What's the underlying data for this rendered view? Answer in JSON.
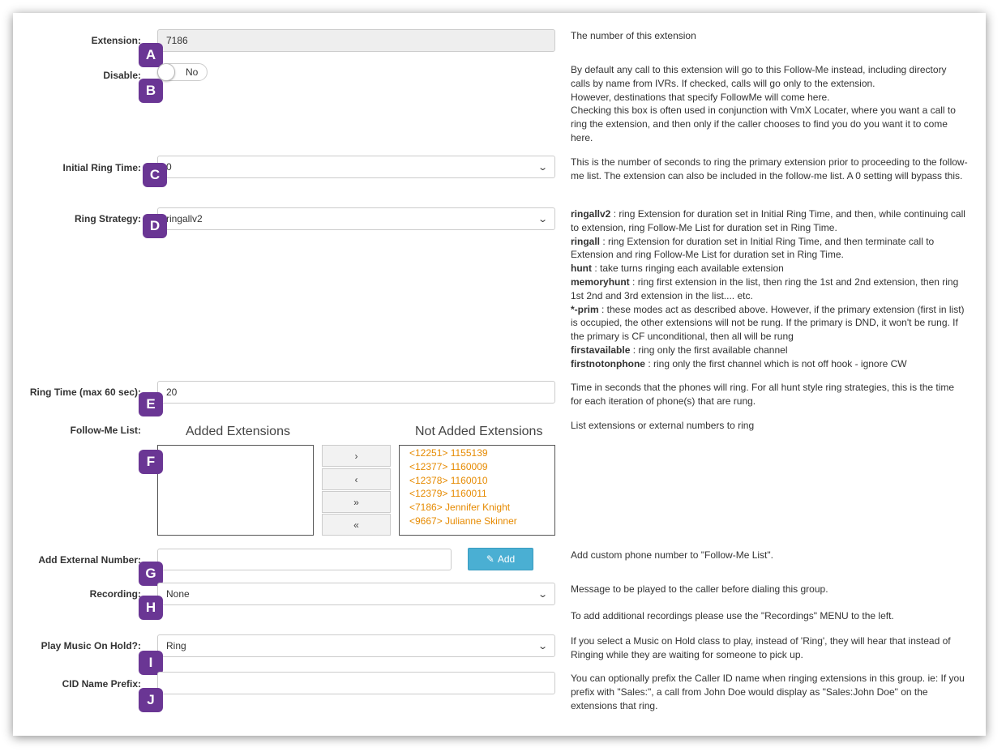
{
  "extension": {
    "label": "Extension:",
    "value": "7186",
    "help": "The number of this extension",
    "badge": "A"
  },
  "disable": {
    "label": "Disable:",
    "toggle_text": "No",
    "badge": "B",
    "help": [
      "By default any call to this extension will go to this Follow-Me instead, including directory calls by name from IVRs. If checked, calls will go only to the extension.",
      "However, destinations that specify FollowMe will come here.",
      "Checking this box is often used in conjunction with VmX Locater, where you want a call to ring the extension, and then only if the caller chooses to find you do you want it to come here."
    ]
  },
  "initial_ring_time": {
    "label": "Initial Ring Time:",
    "value": "0",
    "badge": "C",
    "help": "This is the number of seconds to ring the primary extension prior to proceeding to the follow-me list. The extension can also be included in the follow-me list. A 0 setting will bypass this."
  },
  "ring_strategy": {
    "label": "Ring Strategy:",
    "value": "ringallv2",
    "badge": "D",
    "help": [
      {
        "term": "ringallv2",
        "desc": " : ring Extension for duration set in Initial Ring Time, and then, while continuing call to extension, ring Follow-Me List for duration set in Ring Time."
      },
      {
        "term": "ringall",
        "desc": " : ring Extension for duration set in Initial Ring Time, and then terminate call to Extension and ring Follow-Me List for duration set in Ring Time."
      },
      {
        "term": "hunt",
        "desc": " : take turns ringing each available extension"
      },
      {
        "term": "memoryhunt",
        "desc": " : ring first extension in the list, then ring the 1st and 2nd extension, then ring 1st 2nd and 3rd extension in the list.... etc."
      },
      {
        "term": "*-prim",
        "desc": " : these modes act as described above. However, if the primary extension (first in list) is occupied, the other extensions will not be rung. If the primary is DND, it won't be rung. If the primary is CF unconditional, then all will be rung"
      },
      {
        "term": "firstavailable",
        "desc": " : ring only the first available channel"
      },
      {
        "term": "firstnotonphone",
        "desc": " : ring only the first channel which is not off hook - ignore CW"
      }
    ]
  },
  "ring_time": {
    "label": "Ring Time (max 60 sec):",
    "value": "20",
    "badge": "E",
    "help": "Time in seconds that the phones will ring. For all hunt style ring strategies, this is the time for each iteration of phone(s) that are rung."
  },
  "followme_list": {
    "label": "Follow-Me List:",
    "badge": "F",
    "added_title": "Added Extensions",
    "not_added_title": "Not Added Extensions",
    "help": "List extensions or external numbers to ring",
    "buttons": [
      "›",
      "‹",
      "»",
      "«"
    ],
    "not_added": [
      "<12251> 1155139",
      "<12377> 1160009",
      "<12378> 1160010",
      "<12379> 1160011",
      "<7186> Jennifer Knight",
      "<9667> Julianne Skinner"
    ]
  },
  "add_external": {
    "label": "Add External Number:",
    "value": "",
    "button_label": "Add",
    "badge": "G",
    "help": "Add custom phone number to \"Follow-Me List\"."
  },
  "recording": {
    "label": "Recording:",
    "value": "None",
    "badge": "H",
    "help": "Message to be played to the caller before dialing this group.",
    "help2": "To add additional recordings please use the \"Recordings\" MENU to the left."
  },
  "music_on_hold": {
    "label": "Play Music On Hold?:",
    "value": "Ring",
    "badge": "I",
    "help": "If you select a Music on Hold class to play, instead of 'Ring', they will hear that instead of Ringing while they are waiting for someone to pick up."
  },
  "cid_prefix": {
    "label": "CID Name Prefix:",
    "value": "",
    "badge": "J",
    "help": "You can optionally prefix the Caller ID name when ringing extensions in this group. ie: If you prefix with \"Sales:\", a call from John Doe would display as \"Sales:John Doe\" on the extensions that ring."
  },
  "colors": {
    "badge": "#6a3694",
    "option_text": "#e68a00",
    "add_button": "#4aafd3"
  }
}
